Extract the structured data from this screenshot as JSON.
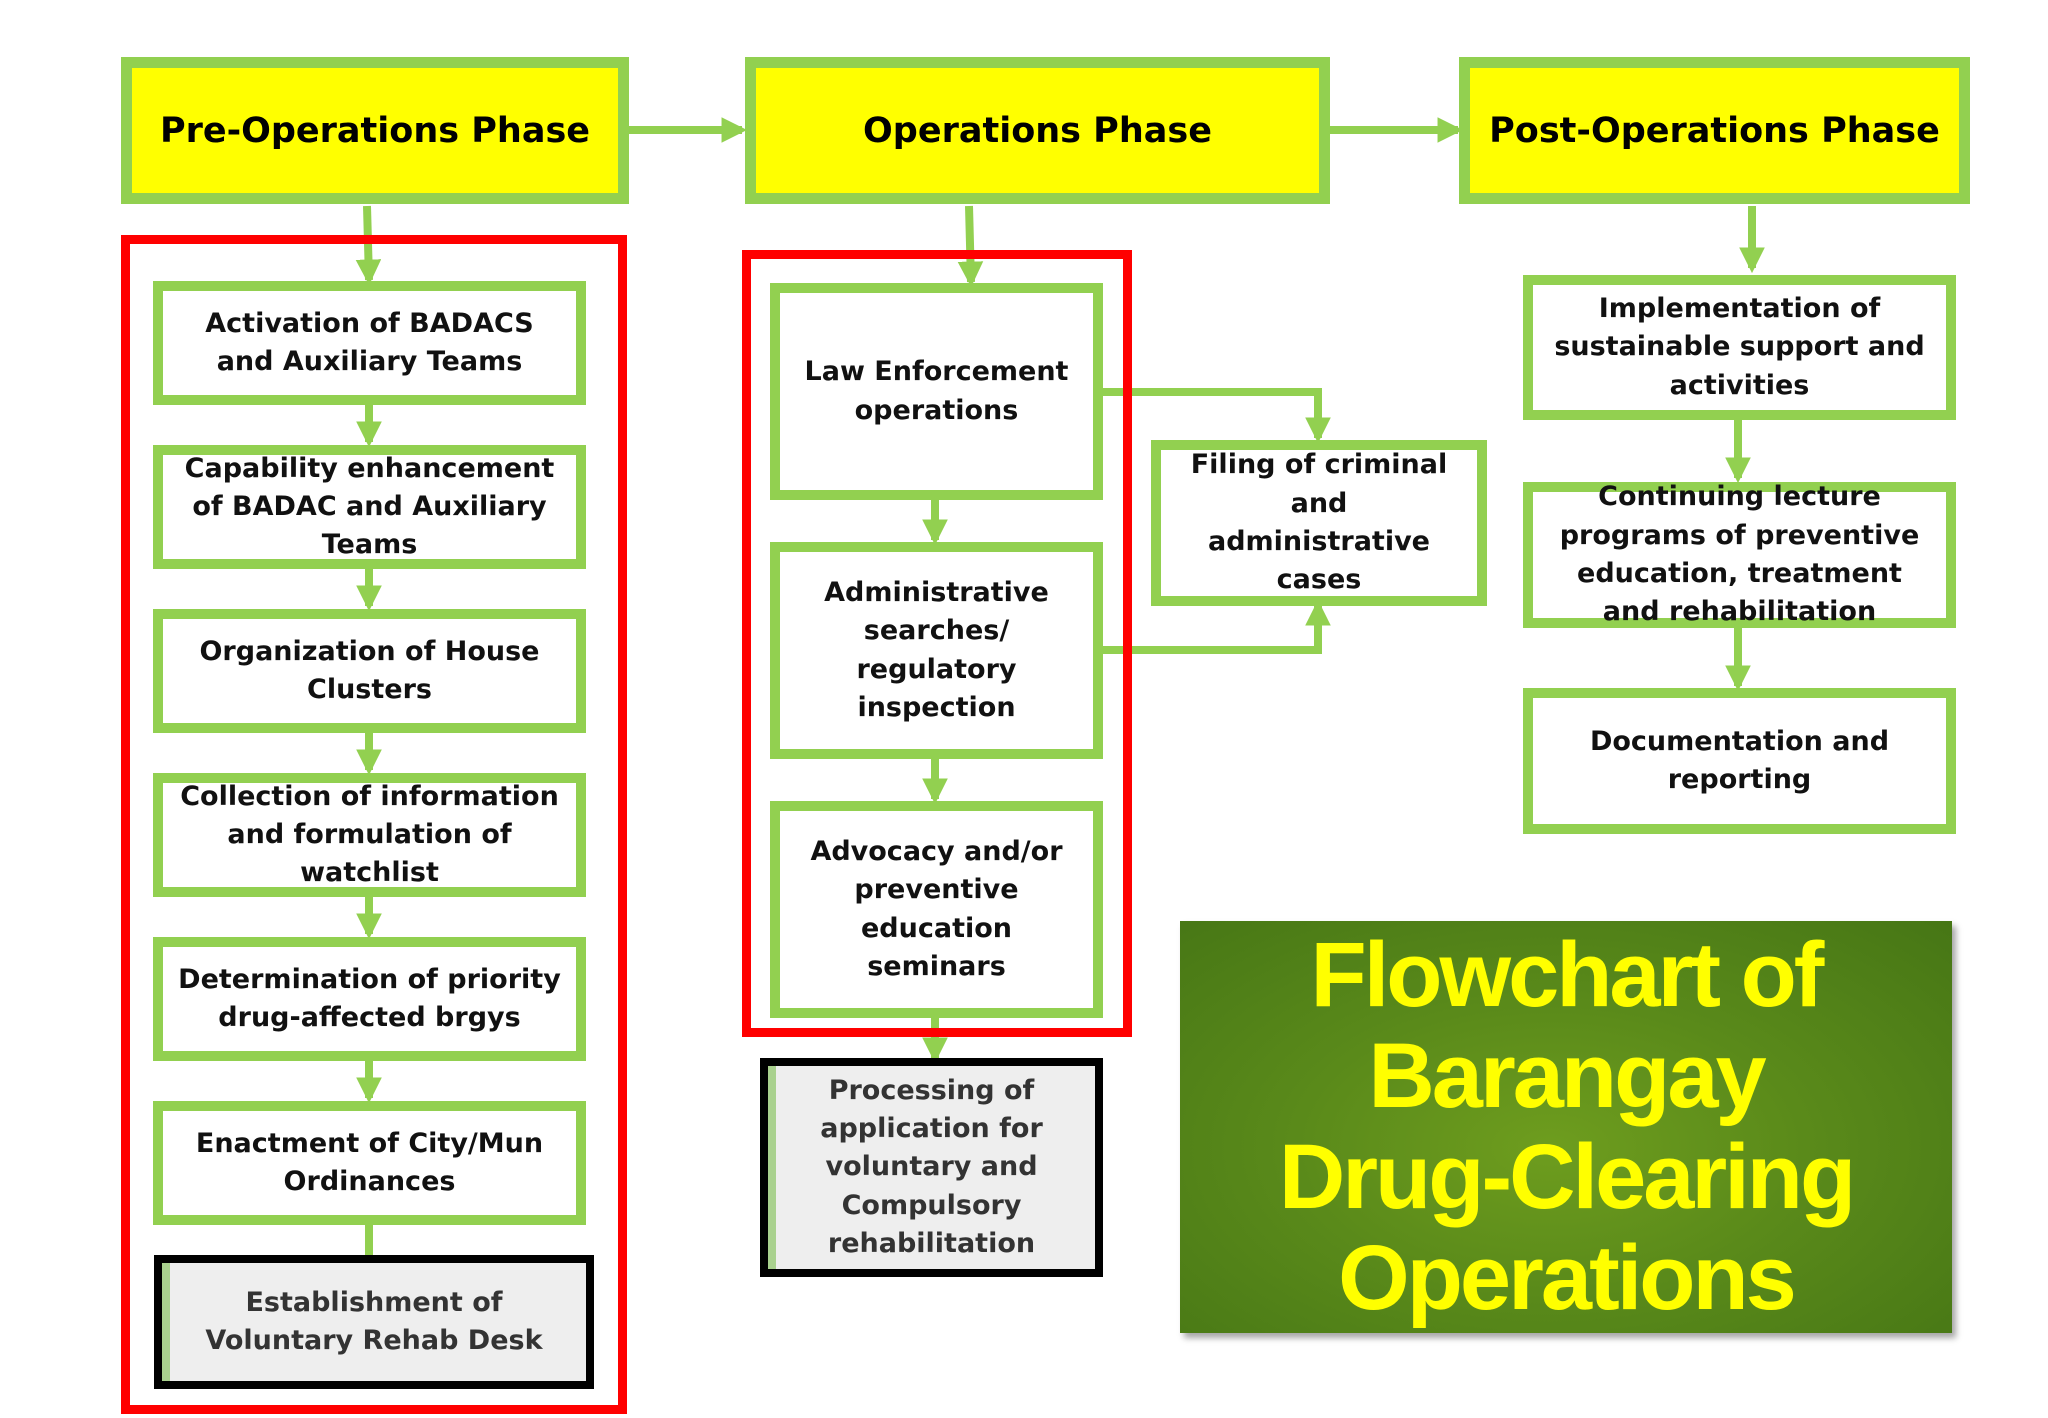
{
  "phases": {
    "pre": "Pre-Operations Phase",
    "ops": "Operations Phase",
    "post": "Post-Operations Phase"
  },
  "pre_steps": {
    "s1": "Activation of BADACS and Auxiliary Teams",
    "s2": "Capability enhancement of BADAC and Auxiliary Teams",
    "s3": "Organization of House Clusters",
    "s4": "Collection of information and formulation of watchlist",
    "s5": "Determination of priority drug-affected brgys",
    "s6": "Enactment of City/Mun Ordinances",
    "s7": "Establishment of Voluntary Rehab Desk"
  },
  "ops_steps": {
    "s1": "Law Enforcement operations",
    "s2": "Administrative searches/ regulatory inspection",
    "s3": "Advocacy and/or preventive education seminars",
    "s4": "Processing of application for voluntary and Compulsory rehabilitation"
  },
  "filing": "Filing of criminal and administrative cases",
  "post_steps": {
    "s1": "Implementation of sustainable support and activities",
    "s2": "Continuing lecture programs of preventive education, treatment and rehabilitation",
    "s3": "Documentation and reporting"
  },
  "title": {
    "line1": "Flowchart of",
    "line2": "Barangay",
    "line3": "Drug-Clearing",
    "line4": "Operations"
  },
  "colors": {
    "phase_fill": "#ffff00",
    "box_border": "#92d050",
    "highlight_frame": "#ff0000",
    "title_panel": "#5a8a1a",
    "title_text": "#ffff00"
  }
}
